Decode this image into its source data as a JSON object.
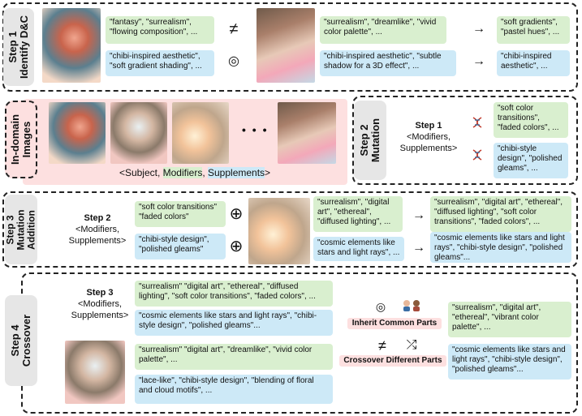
{
  "step1": {
    "label": "Step 1\nIdentify D&C",
    "box_left_green": "\"fantasy\", \"surrealism\", \"flowing composition\", ...",
    "box_left_blue": "\"chibi-inspired aesthetic\", \"soft gradient shading\", ...",
    "box_mid_green": "\"surrealism\", \"dreamlike\", \"vivid color palette\", ...",
    "box_mid_blue": "\"chibi-inspired aesthetic\", \"subtle shadow for a 3D effect\", ...",
    "box_right_green": "\"soft gradients\", \"pastel hues\", ...",
    "box_right_blue": "\"chibi-inspired aesthetic\", ...",
    "neq_symbol": "≠",
    "overlap_symbol": "◎",
    "arrow": "→"
  },
  "indomain": {
    "label": "In-domain\nImages",
    "ellipsis": "• • •",
    "caption_pre": "<Subject, ",
    "caption_mod": "Modifiers",
    "caption_mid": ", ",
    "caption_sup": "Supplements",
    "caption_post": ">"
  },
  "step2": {
    "label": "Step 2\nMutation",
    "ref_line1": "Step 1",
    "ref_line2": "<Modifiers,",
    "ref_line3": "Supplements>",
    "box_green": "\"soft color transitions\", \"faded colors\", ...",
    "box_blue": "\"chibi-style design\", \"polished gleams\", ...",
    "dna_icon": "dna-icon"
  },
  "step3": {
    "label": "Step 3\nMutation\nAddition",
    "ref_line1": "Step 2",
    "ref_line2": "<Modifiers,",
    "ref_line3": "Supplements>",
    "box_in_green": "\"soft color transitions\" \"faded colors\"",
    "box_in_blue": "\"chibi-style design\", \"polished gleams\"",
    "plus_symbol": "⊕",
    "box_mid_green": "\"surrealism\", \"digital art\", \"ethereal\", \"diffused lighting\", ...",
    "box_mid_blue": "\"cosmic elements like stars and light rays\", ...",
    "box_out_green": "\"surrealism\", \"digital art\", \"ethereal\", \"diffused lighting\", \"soft color transitions\", \"faded colors\", ...",
    "box_out_blue": "\"cosmic elements like stars and light rays\", \"chibi-style design\", \"polished gleams\"...",
    "arrow": "→"
  },
  "step4": {
    "label": "Step 4\nCrossover",
    "ref_line1": "Step 3",
    "ref_line2": "<Modifiers,",
    "ref_line3": "Supplements>",
    "box1_green": "\"surrealism\"  \"digital art\", \"ethereal\", \"diffused lighting\", \"soft color transitions\", \"faded colors\", ...",
    "box1_blue": "\"cosmic elements like stars and light rays\", \"chibi-style design\", \"polished gleams\"...",
    "box2_green": "\"surrealism\"  \"digital art\", \"dreamlike\", \"vivid color palette\", ...",
    "box2_blue": "\"lace-like\", \"chibi-style design\", \"blending of floral and cloud motifs\", ...",
    "inherit_label": "Inherit Common Parts",
    "crossover_label": "Crossover Different Parts",
    "neq_symbol": "≠",
    "overlap_symbol": "◎",
    "shuffle_symbol": "⤮",
    "out_green": "\"surrealism\", \"digital art\", \"ethereal\", \"vibrant color palette\", ...",
    "out_blue": "\"cosmic elements like stars and light rays\", \"chibi-style design\", \"polished gleams\"..."
  },
  "colors": {
    "green": "#d9efcf",
    "blue": "#cde9f7",
    "pink": "#fde0e0",
    "label_gray": "#e6e6e6"
  }
}
